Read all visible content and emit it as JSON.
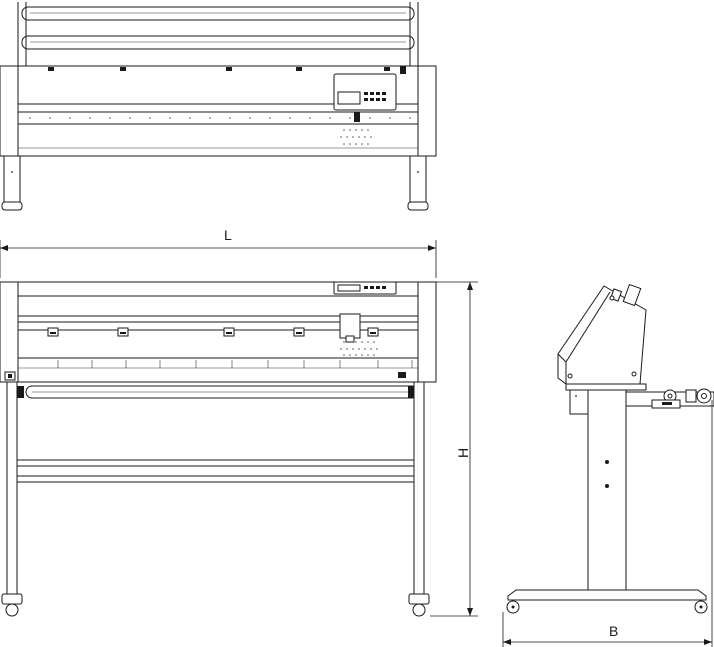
{
  "dimensions": {
    "length_label": "L",
    "height_label": "H",
    "depth_label": "B"
  }
}
